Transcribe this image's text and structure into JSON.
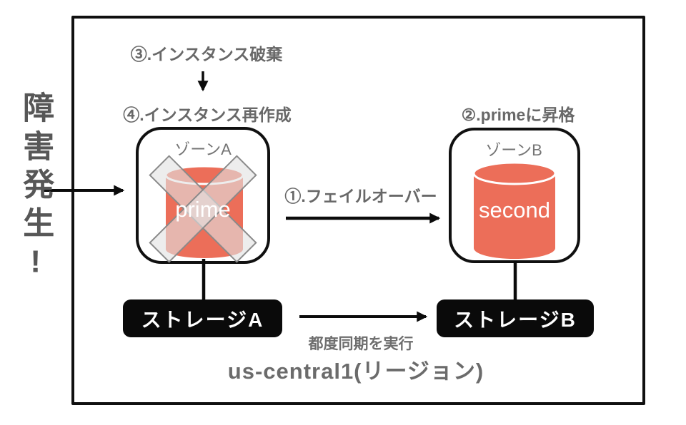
{
  "diagram": {
    "failure_label": "障害発生!",
    "steps": {
      "step1": "①.フェイルオーバー",
      "step2": "②.primeに昇格",
      "step3": "③.インスタンス破棄",
      "step4": "④.インスタンス再作成"
    },
    "sync_label": "都度同期を実行",
    "region_label": "us-central1(リージョン)",
    "zone_a": {
      "label": "ゾーンA",
      "instance_label": "prime",
      "storage_label": "ストレージA"
    },
    "zone_b": {
      "label": "ゾーンB",
      "instance_label": "second",
      "storage_label": "ストレージB"
    },
    "colors": {
      "instance_red": "#EC6E59",
      "step_text_gray": "#686868",
      "failure_text_gray": "#575757",
      "storage_bg_black": "#0A0A0A",
      "x_mark_stroke_gray": "#8A8A8A",
      "border_black": "#101010"
    }
  }
}
